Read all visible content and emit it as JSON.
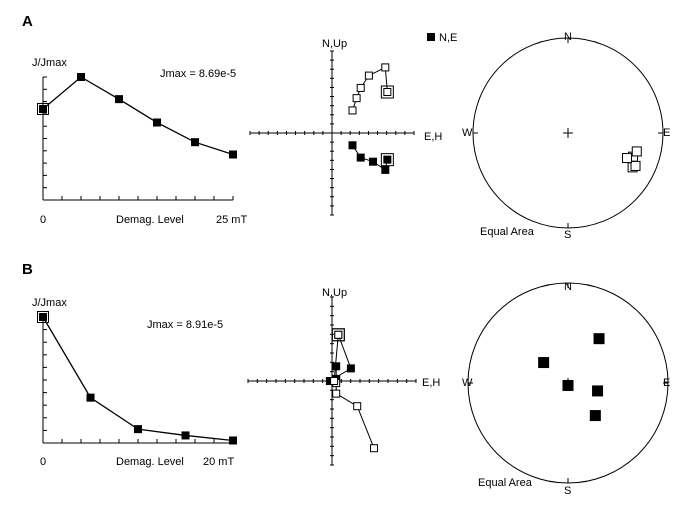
{
  "chart_data": [
    {
      "type": "line",
      "panel": "A",
      "ylabel": "J/Jmax",
      "annotation": "Jmax = 8.69e-5",
      "xlabel": "Demag. Level",
      "x_tick_labels": [
        "0",
        "25 mT"
      ],
      "xlim": [
        0,
        25
      ],
      "ylim": [
        0,
        1
      ],
      "x": [
        0,
        5,
        10,
        15,
        20,
        25
      ],
      "values": [
        0.74,
        1.0,
        0.82,
        0.63,
        0.47,
        0.37
      ]
    },
    {
      "type": "scatter",
      "panel": "A",
      "kind": "zijderveld",
      "ylabel": "N,Up",
      "xlabel": "E,H",
      "legend": "N,E",
      "legend_position": "top-right",
      "ticks": 9,
      "horizontal": [
        [
          0.5,
          -0.3
        ],
        [
          0.7,
          -0.6
        ],
        [
          1.0,
          -0.7
        ],
        [
          1.3,
          -0.9
        ],
        [
          1.35,
          -0.65
        ]
      ],
      "vertical": [
        [
          0.5,
          0.55
        ],
        [
          0.6,
          0.85
        ],
        [
          0.7,
          1.1
        ],
        [
          0.9,
          1.4
        ],
        [
          1.3,
          1.6
        ],
        [
          1.35,
          1.0
        ]
      ]
    },
    {
      "type": "scatter",
      "panel": "A",
      "kind": "equal-area",
      "label": "Equal Area",
      "directions": [
        "N",
        "E",
        "S",
        "W"
      ],
      "points": [
        [
          118,
          24
        ],
        [
          116,
          22
        ],
        [
          110,
          28
        ],
        [
          105,
          26
        ],
        [
          113,
          33
        ]
      ]
    },
    {
      "type": "line",
      "panel": "B",
      "ylabel": "J/Jmax",
      "annotation": "Jmax = 8.91e-5",
      "xlabel": "Demag. Level",
      "x_tick_labels": [
        "0",
        "20 mT"
      ],
      "xlim": [
        0,
        20
      ],
      "ylim": [
        0,
        1
      ],
      "x": [
        0,
        5,
        10,
        15,
        20
      ],
      "values": [
        1.0,
        0.36,
        0.11,
        0.06,
        0.02
      ]
    },
    {
      "type": "scatter",
      "panel": "B",
      "kind": "zijderveld",
      "ylabel": "N,Up",
      "xlabel": "E,H",
      "ticks": 9,
      "horizontal": [
        [
          0.1,
          0.35
        ],
        [
          0.1,
          0.05
        ],
        [
          -0.05,
          0.0
        ],
        [
          0.45,
          0.3
        ],
        [
          0.15,
          1.1
        ]
      ],
      "vertical": [
        [
          1.0,
          -1.6
        ],
        [
          0.6,
          -0.6
        ],
        [
          0.1,
          -0.3
        ],
        [
          0.1,
          -0.05
        ],
        [
          0.05,
          0.0
        ],
        [
          0.15,
          1.1
        ]
      ]
    },
    {
      "type": "scatter",
      "panel": "B",
      "kind": "equal-area",
      "label": "Equal Area",
      "directions": [
        "N",
        "E",
        "S",
        "W"
      ],
      "points": [
        [
          35,
          45
        ],
        [
          105,
          65
        ],
        [
          140,
          55
        ],
        [
          310,
          64
        ],
        [
          180,
          88
        ]
      ]
    }
  ]
}
